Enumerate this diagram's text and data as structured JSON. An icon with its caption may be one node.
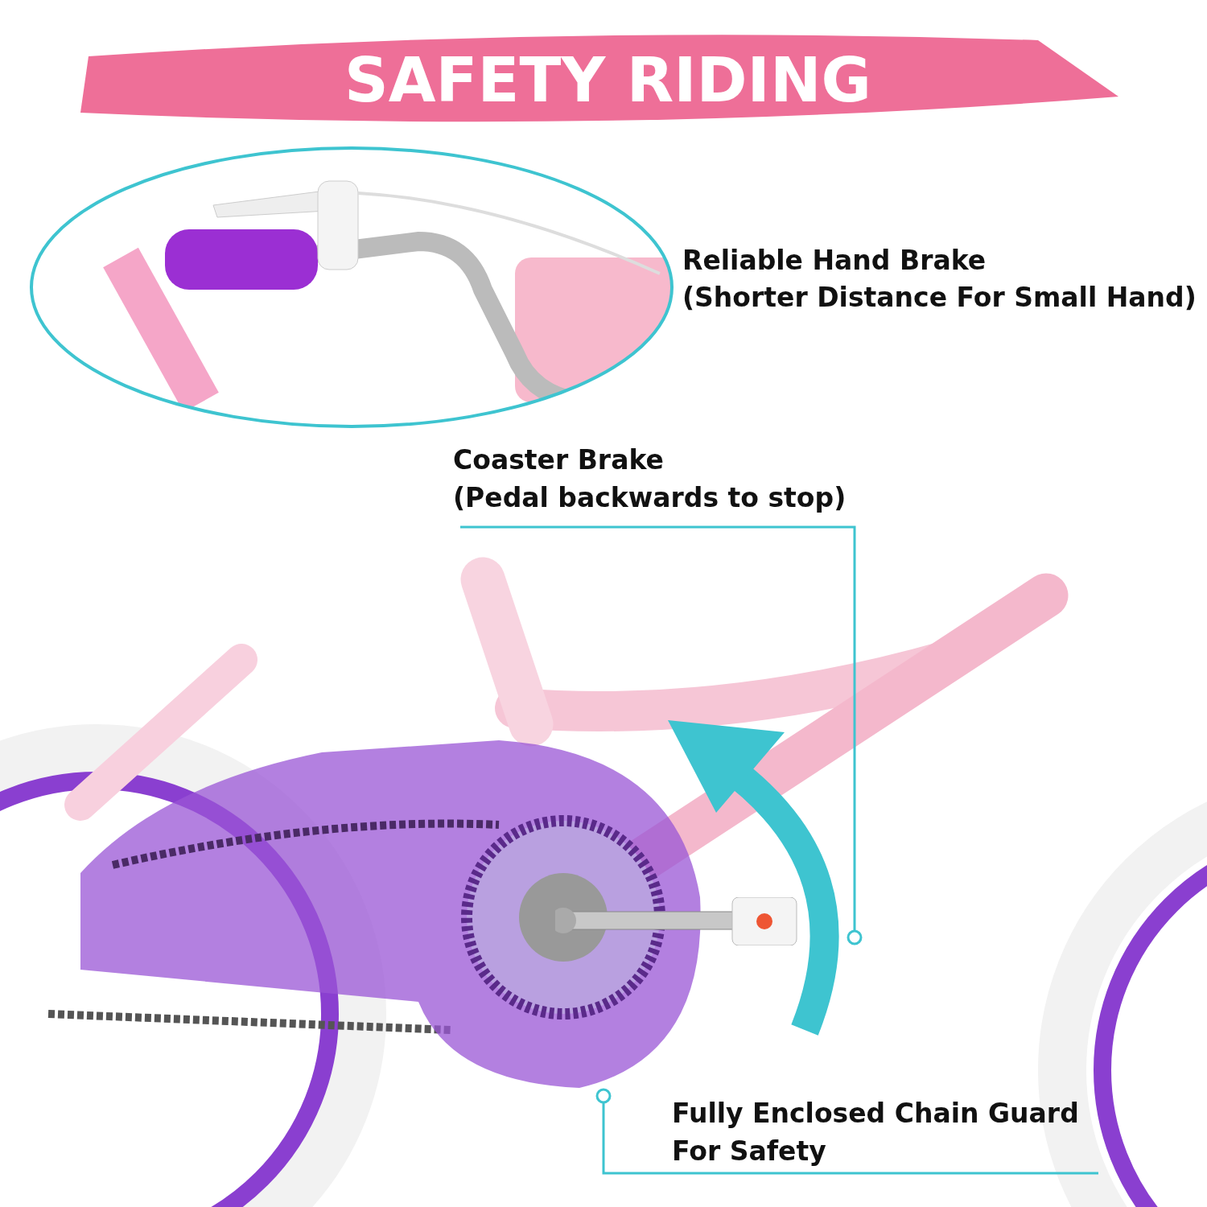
{
  "diagram": {
    "title": "SAFETY RIDING",
    "nodes": [
      {
        "text": [
          "Coaster Brake",
          "(Pedal backwards to stop)"
        ]
      },
      {
        "text": [],
        "shape": "picture"
      },
      {
        "text": [
          "Fully Enclosed Chain Guard For Safety"
        ]
      },
      {
        "text": [],
        "shape": "picture"
      }
    ],
    "edges": [
      {
        "from": 0,
        "to": 1,
        "arrow": "other"
      },
      {
        "from": 2,
        "to": 3,
        "arrow": "other"
      }
    ],
    "labels": [
      "Reliable Hand Brake",
      "(Shorter Distance For Small Hand)"
    ]
  }
}
